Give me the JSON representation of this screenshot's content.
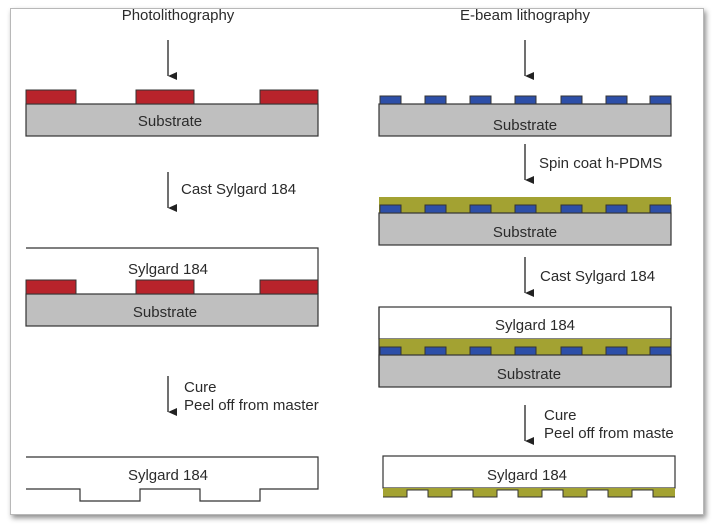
{
  "figure": {
    "colors": {
      "substrate": "#bfbfbf",
      "photoresist": "#b8232b",
      "ebeam_resist": "#2d4fa8",
      "h_pdms": "#a3a232",
      "outline": "#333333",
      "text": "#2b2b2b"
    },
    "left": {
      "title": "Photolithography",
      "step1_substrate": "Substrate",
      "arrow1": "Cast Sylgard 184",
      "step2_pdms": "Sylgard 184",
      "step2_substrate": "Substrate",
      "arrow2_line1": "Cure",
      "arrow2_line2": "Peel off from master",
      "step3_pdms": "Sylgard 184"
    },
    "right": {
      "title": "E-beam lithography",
      "step1_substrate": "Substrate",
      "arrow1": "Spin coat h-PDMS",
      "step2_substrate": "Substrate",
      "arrow2": "Cast Sylgard 184",
      "step3_pdms": "Sylgard 184",
      "step3_substrate": "Substrate",
      "arrow3_line1": "Cure",
      "arrow3_line2": "Peel off from maste",
      "step4_pdms": "Sylgard 184"
    }
  }
}
